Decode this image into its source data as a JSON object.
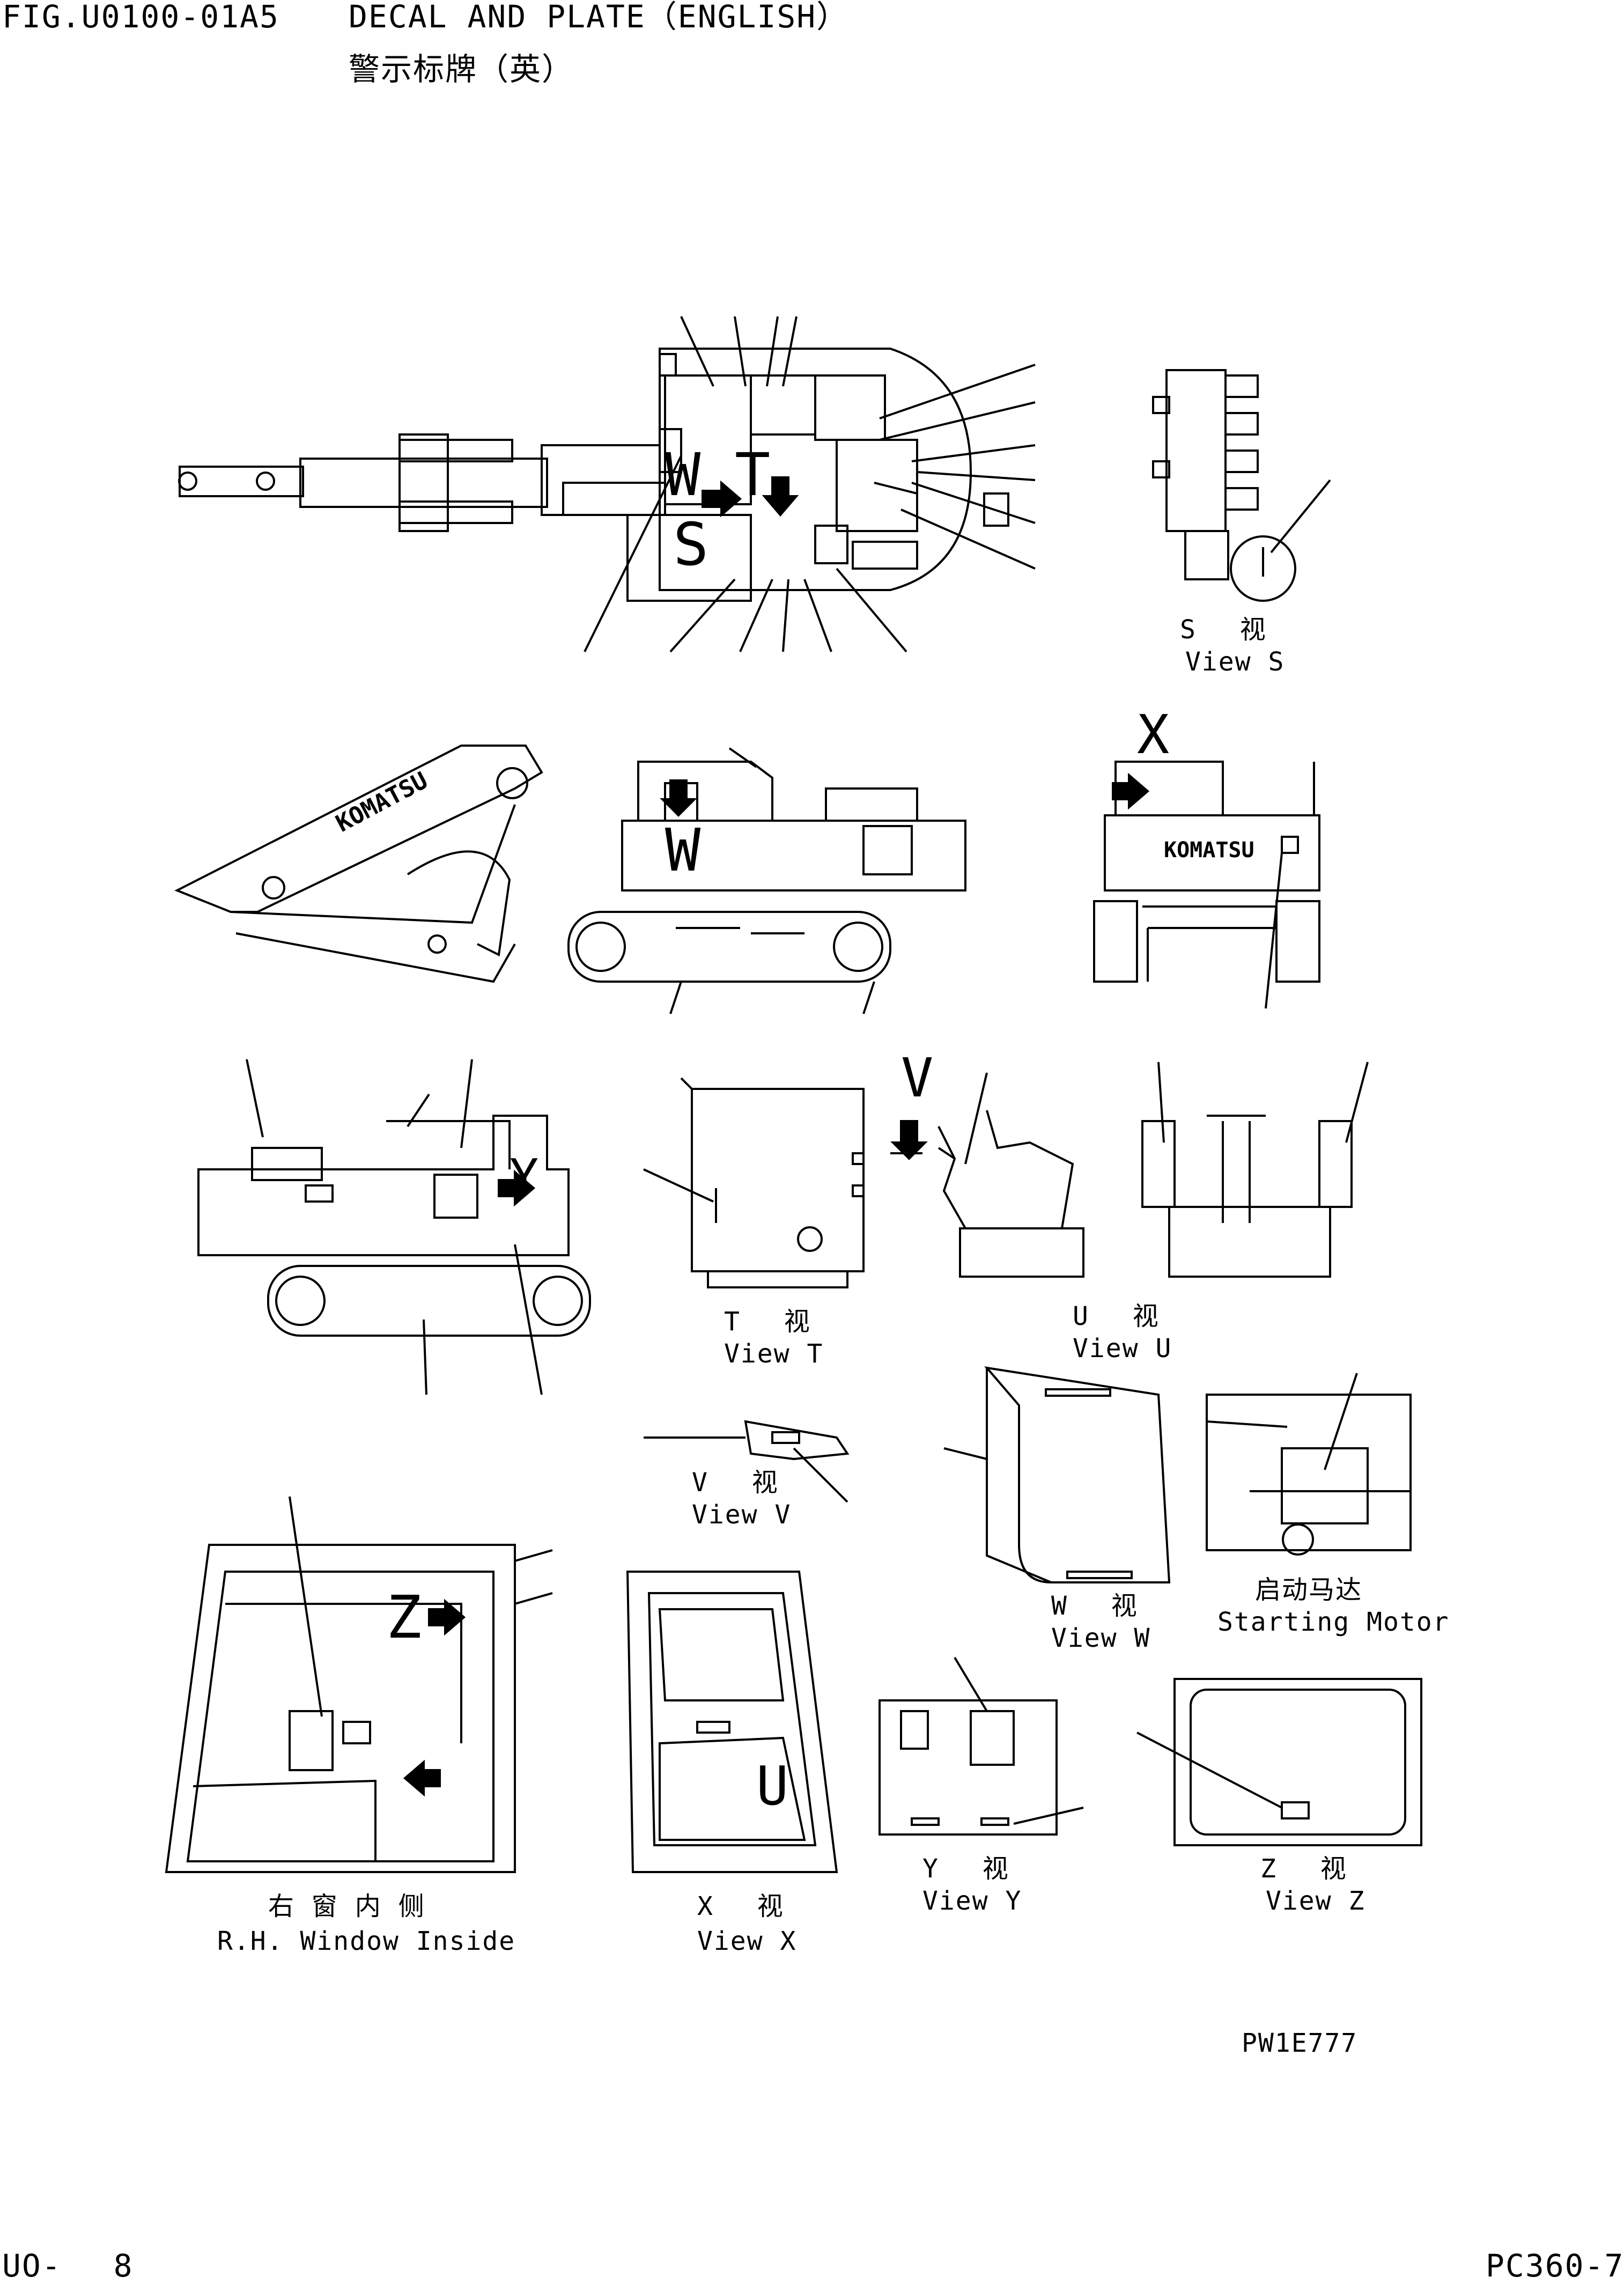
{
  "header": {
    "fig_code": "FIG.U0100-01A5",
    "title_en": "DECAL AND PLATE（ENGLISH）",
    "title_cn": "警示标牌（英）"
  },
  "views": {
    "s": {
      "cn": "S 　视",
      "en": "View S"
    },
    "t": {
      "cn": "T 　视",
      "en": "View T"
    },
    "u": {
      "cn": "U 　视",
      "en": "View U"
    },
    "v": {
      "cn": "V 　视",
      "en": "View V"
    },
    "w": {
      "cn": "W 　视",
      "en": "View W"
    },
    "x": {
      "cn": "X 　视",
      "en": "View X"
    },
    "y": {
      "cn": "Y 　视",
      "en": "View Y"
    },
    "z": {
      "cn": "Z 　视",
      "en": "View Z"
    },
    "starting_motor": {
      "cn": "启动马达",
      "en": "Starting Motor"
    },
    "rh_window": {
      "cn": "右 窗 内 侧",
      "en": "R.H. Window Inside"
    }
  },
  "markers": {
    "s": "S",
    "t": "T",
    "w": "W",
    "v": "V",
    "x": "X",
    "y": "Y",
    "z": "Z",
    "u": "U",
    "brand": "KOMATSU"
  },
  "drawing_no": "PW1E777",
  "footer": {
    "page": "UO-　 8",
    "model": "PC360-7"
  }
}
